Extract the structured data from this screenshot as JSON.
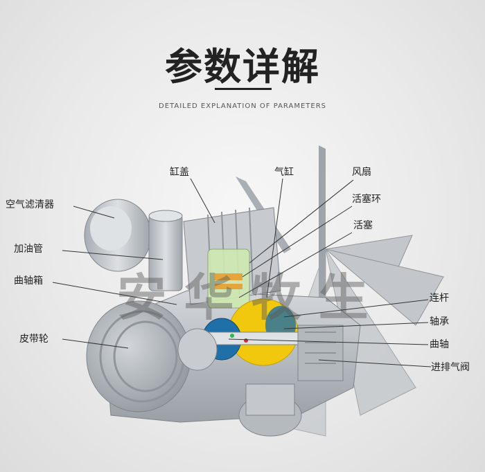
{
  "header": {
    "title": "参数详解",
    "subtitle": "DETAILED EXPLANATION OF PARAMETERS"
  },
  "labels": {
    "cylinder_head": "缸盖",
    "cylinder": "气缸",
    "fan": "风扇",
    "piston_ring": "活塞环",
    "piston": "活塞",
    "air_filter": "空气滤清器",
    "oil_pipe": "加油管",
    "crankcase": "曲轴箱",
    "belt_pulley": "皮带轮",
    "connecting_rod": "连杆",
    "bearing": "轴承",
    "crankshaft": "曲轴",
    "valves": "进排气阀"
  },
  "watermark": "安 华 牧 生",
  "colors": {
    "metal": "#b9bec3",
    "metal_dark": "#8e949a",
    "cutaway_yellow": "#f2c80f",
    "cutaway_blue": "#1f6fa8",
    "cylinder_green": "#cfe9b0"
  }
}
